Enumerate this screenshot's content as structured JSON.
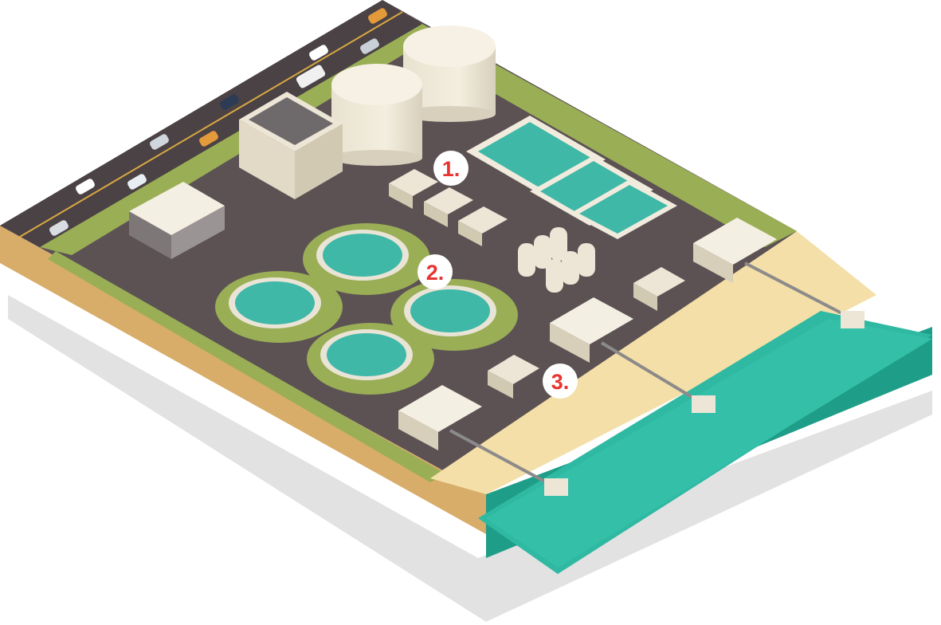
{
  "markers": [
    {
      "label": "1."
    },
    {
      "label": "2."
    },
    {
      "label": "3."
    }
  ],
  "colors": {
    "marker_text": "#e8332f",
    "marker_circle": "#ffffff",
    "asphalt": "#5c5254",
    "grass": "#9aae55",
    "sand": "#f3dfa7",
    "water": "#2fb9a2",
    "water_side": "#1e9e88",
    "earth_side": "#d8ac69",
    "tank_water": "#3fb8a7",
    "building": "#ede6d6",
    "shadow": "#dcdcdc"
  }
}
